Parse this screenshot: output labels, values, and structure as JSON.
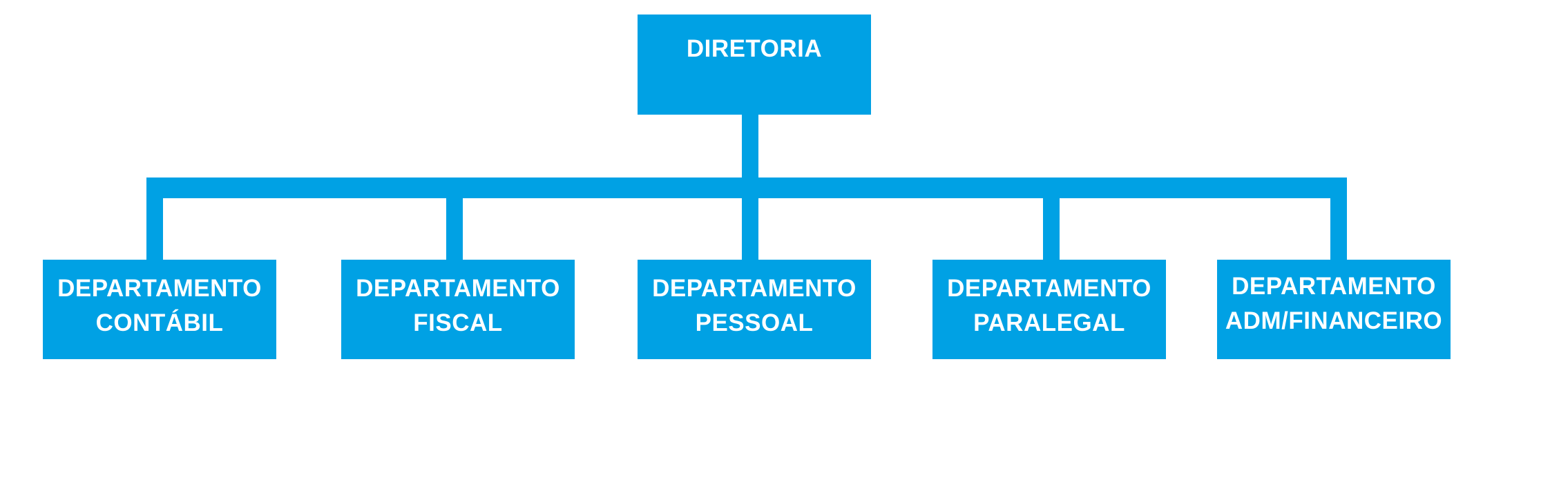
{
  "org_chart": {
    "colors": {
      "box_fill": "#00A1E4",
      "text": "#FFFFFF",
      "connector": "#00A1E4"
    },
    "root": {
      "label": "DIRETORIA"
    },
    "departments": [
      {
        "line1": "DEPARTAMENTO",
        "line2": "CONTÁBIL"
      },
      {
        "line1": "DEPARTAMENTO",
        "line2": "FISCAL"
      },
      {
        "line1": "DEPARTAMENTO",
        "line2": "PESSOAL"
      },
      {
        "line1": "DEPARTAMENTO",
        "line2": "PARALEGAL"
      },
      {
        "line1": "DEPARTAMENTO",
        "line2": "ADM/FINANCEIRO"
      }
    ]
  }
}
